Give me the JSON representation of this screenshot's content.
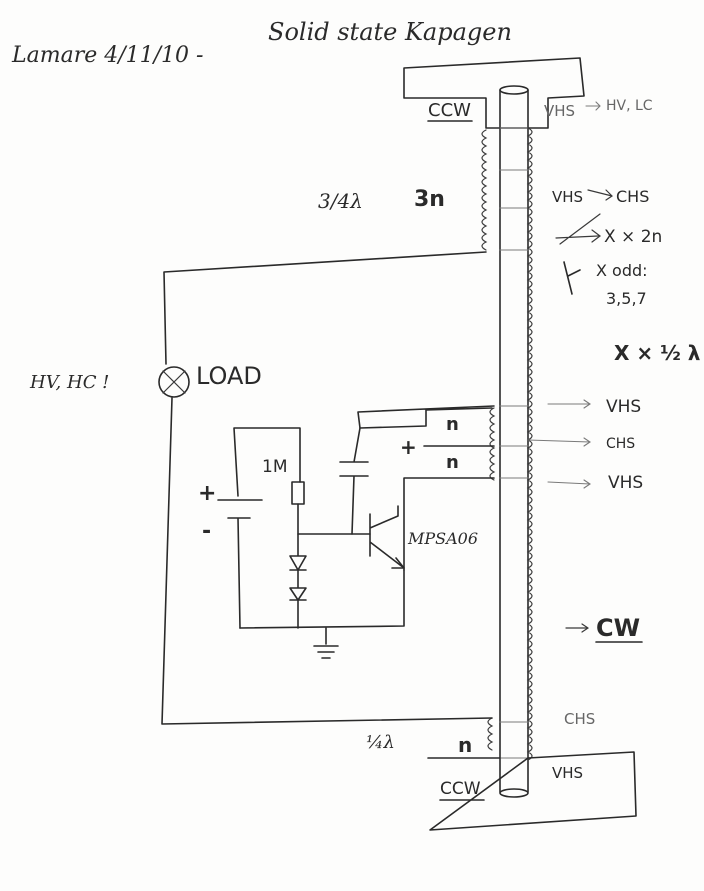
{
  "header": {
    "author": "Lamare 4/11/10 -",
    "title": "Solid state Kapagen"
  },
  "tube": {
    "top_box": "CCW",
    "bottom_box": "CCW",
    "cw": "CW"
  },
  "labels": {
    "three_quarter": "3/4λ",
    "three_n": "3n",
    "quarter": "¼λ",
    "n_bottom": "n",
    "vhs_top": "VHS",
    "hv_lc": "HV, LC",
    "vhs_2": "VHS",
    "chs_2": "CHS",
    "x_2n": "X × 2n",
    "x_odd": "X odd:",
    "x_odd_vals": "3,5,7",
    "x_half": "X × ½ λ",
    "vhs_3": "VHS",
    "chs_3": "CHS",
    "vhs_4": "VHS",
    "chs_bottom": "CHS",
    "vhs_bottom": "VHS"
  },
  "circuit": {
    "load": "LOAD",
    "hv_hc": "HV, HC !",
    "r1": "1M",
    "transistor": "MPSA06",
    "n_a": "n",
    "n_b": "n",
    "plus_coil": "+",
    "batt_plus": "+",
    "batt_minus": "-"
  }
}
